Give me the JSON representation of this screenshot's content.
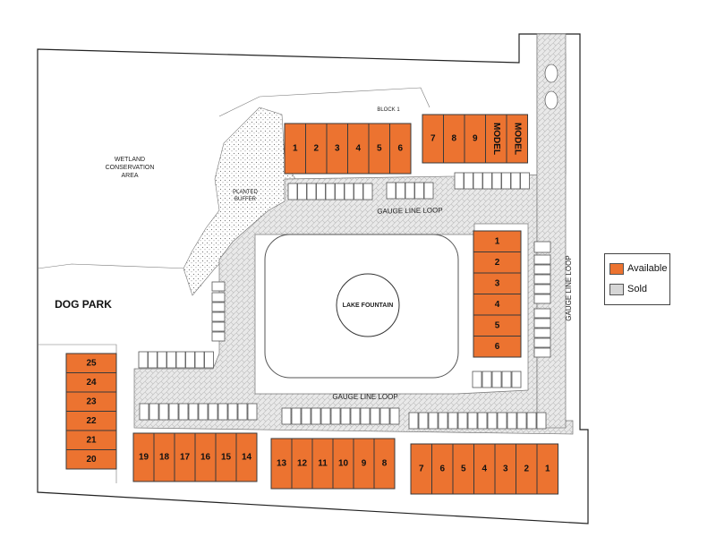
{
  "labels": {
    "wetland": [
      "WETLAND",
      "CONSERVATION",
      "AREA"
    ],
    "planted": [
      "PLANTED",
      "BUFFER"
    ],
    "block": "BLOCK 1",
    "dog_park": "DOG PARK",
    "lake": "LAKE FOUNTAIN",
    "road_top": "GAUGE LINE LOOP",
    "road_bottom": "GAUGE LINE LOOP",
    "road_right": "GAUGE LINE LOOP"
  },
  "legend": [
    {
      "label": "Available",
      "color": "#ec7330"
    },
    {
      "label": "Sold",
      "color": "#d6d6d6"
    }
  ],
  "lots": {
    "top_left": [
      "1",
      "2",
      "3",
      "4",
      "5",
      "6"
    ],
    "top_right": [
      "7",
      "8",
      "9",
      "MODEL",
      "MODEL"
    ],
    "right_column": [
      "1",
      "2",
      "3",
      "4",
      "5",
      "6"
    ],
    "left_column": [
      "25",
      "24",
      "23",
      "22",
      "21",
      "20"
    ],
    "bottom_a": [
      "19",
      "18",
      "17",
      "16",
      "15",
      "14"
    ],
    "bottom_b": [
      "13",
      "12",
      "11",
      "10",
      "9",
      "8"
    ],
    "bottom_c": [
      "7",
      "6",
      "5",
      "4",
      "3",
      "2",
      "1"
    ]
  }
}
